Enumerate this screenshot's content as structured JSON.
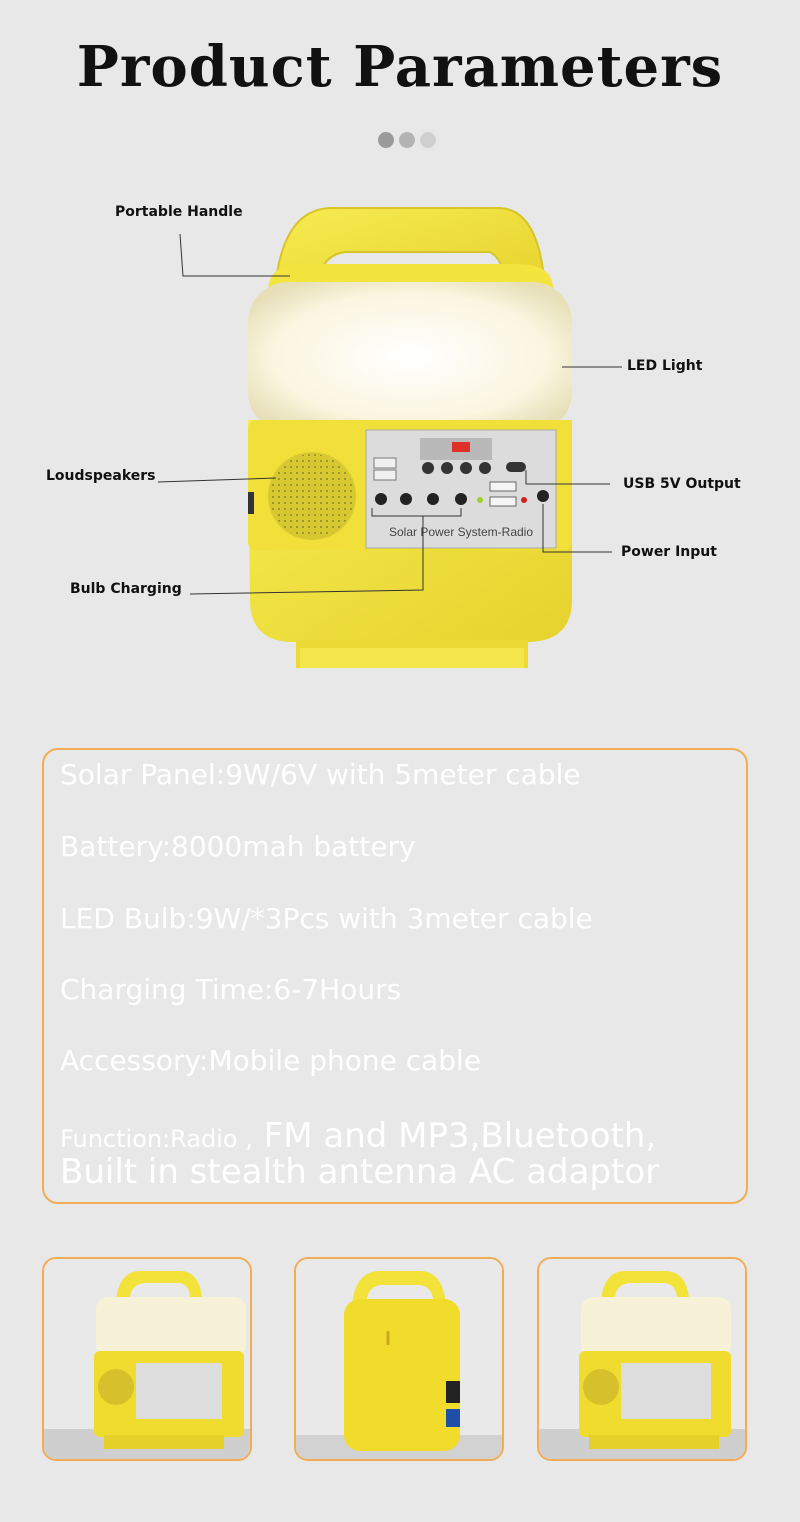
{
  "page": {
    "title": "Product Parameters",
    "dots_colors": [
      "#9a9a9a",
      "#b3b3b3",
      "#d0d0d0"
    ]
  },
  "hero": {
    "labels": {
      "portable_handle": "Portable Handle",
      "led_light": "LED Light",
      "loudspeakers": "Loudspeakers",
      "usb_output": "USB 5V Output",
      "power_input": "Power Input",
      "bulb_charging": "Bulb Charging"
    },
    "panel_text": "Solar  Power  System-Radio"
  },
  "specs": {
    "solar_panel": "Solar Panel:9W/6V with 5meter cable",
    "battery": "Battery:8000mah battery",
    "led_bulb": "LED Bulb:9W/*3Pcs with 3meter cable",
    "charging_time": "Charging Time:6-7Hours",
    "accessory": "Accessory:Mobile phone cable",
    "function_prefix": "Function:Radio ,",
    "function_rest": " FM and MP3,Bluetooth,",
    "function_line2": "Built in stealth antenna AC adaptor"
  },
  "colors": {
    "accent_border": "#f1ad56",
    "product_yellow": "#f2e23a",
    "background": "#e8e8e8"
  }
}
